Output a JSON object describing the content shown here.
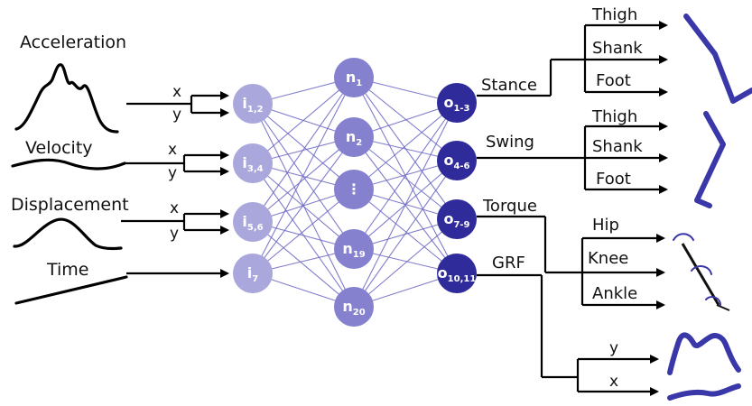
{
  "inputs": {
    "acceleration": "Acceleration",
    "velocity": "Velocity",
    "displacement": "Displacement",
    "time": "Time"
  },
  "xy": {
    "x": "x",
    "y": "y"
  },
  "input_nodes": [
    {
      "main": "i",
      "sub": "1,2"
    },
    {
      "main": "i",
      "sub": "3,4"
    },
    {
      "main": "i",
      "sub": "5,6"
    },
    {
      "main": "i",
      "sub": "7"
    }
  ],
  "hidden_nodes": [
    {
      "main": "n",
      "sub": "1"
    },
    {
      "main": "n",
      "sub": "2"
    },
    {
      "main": "⋮",
      "sub": ""
    },
    {
      "main": "n",
      "sub": "19"
    },
    {
      "main": "n",
      "sub": "20"
    }
  ],
  "output_nodes": [
    {
      "main": "o",
      "sub": "1-3"
    },
    {
      "main": "o",
      "sub": "4-6"
    },
    {
      "main": "o",
      "sub": "7-9"
    },
    {
      "main": "o",
      "sub": "10,11"
    }
  ],
  "outputs": {
    "stance": "Stance",
    "swing": "Swing",
    "torque": "Torque",
    "grf": "GRF"
  },
  "segments": {
    "thigh": "Thigh",
    "shank": "Shank",
    "foot": "Foot"
  },
  "joints": {
    "hip": "Hip",
    "knee": "Knee",
    "ankle": "Ankle"
  },
  "colors": {
    "input_node": "#a9a7dc",
    "hidden_node": "#8581cf",
    "output_node": "#2f2b9a",
    "connection": "#6b67c4",
    "pose": "#3a37a8"
  }
}
